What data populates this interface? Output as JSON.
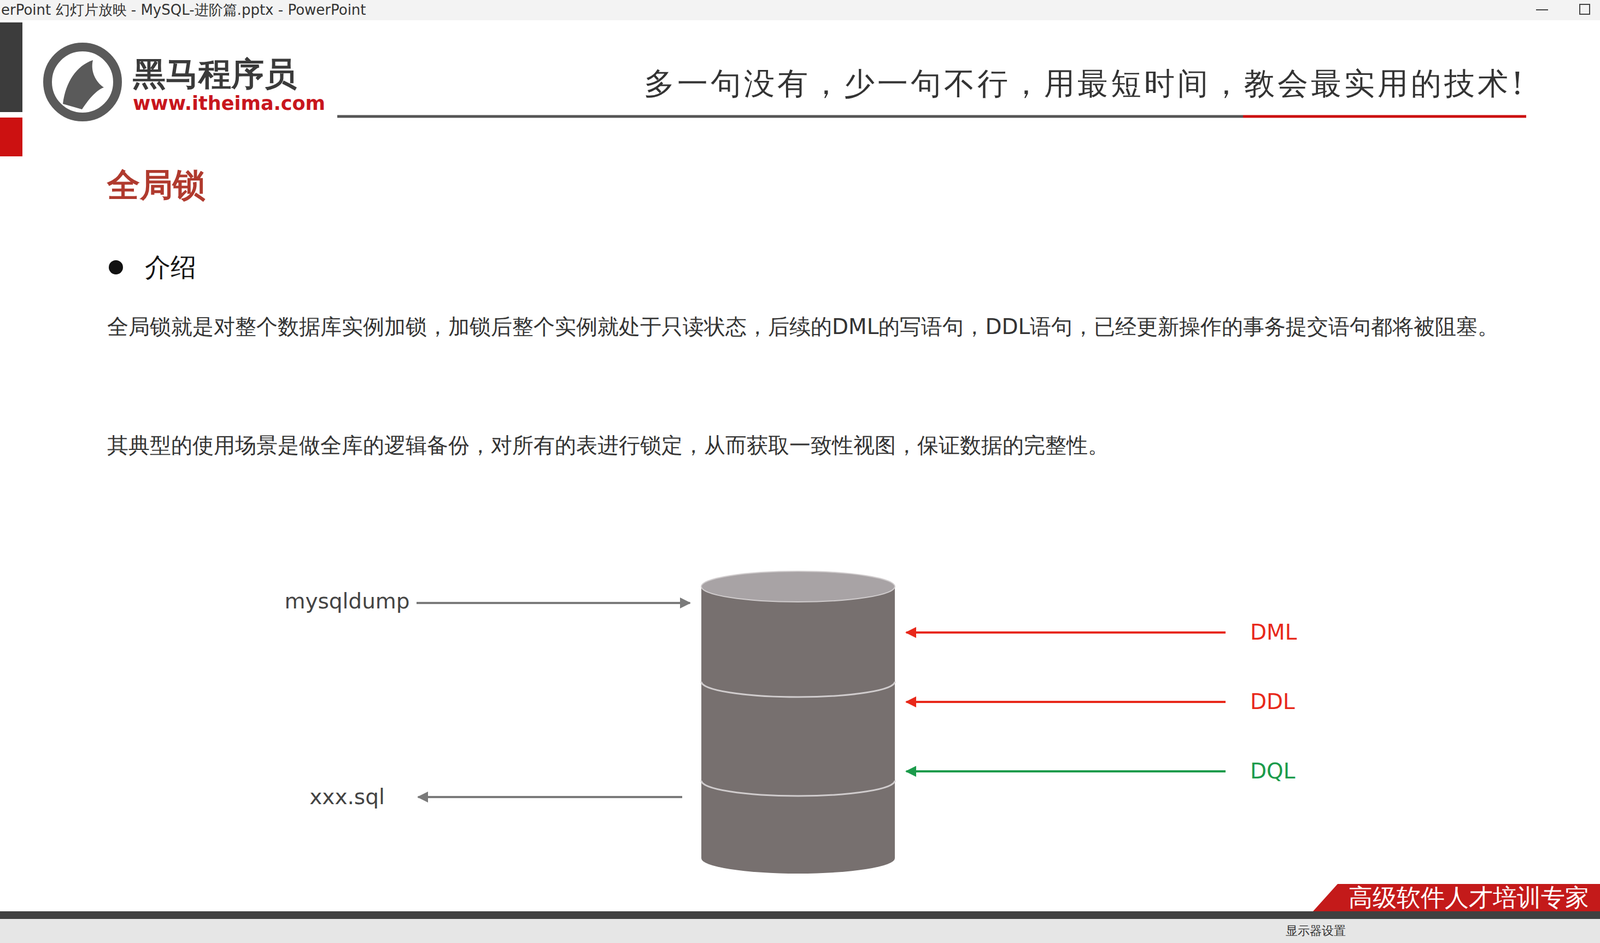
{
  "diagram": {
    "title": "全局锁",
    "nodes": [
      {
        "text": [
          "高级软件人才培训专家"
        ]
      }
    ],
    "labels": [
      "erPoint 幻灯片放映  -  MySQL-进阶篇.pptx - PowerPoint",
      "黑马程序员",
      "www.itheima.com",
      "多一句没有，少一句不行，用最短时间，教会最实用的技术!",
      "介绍",
      "全局锁就是对整个数据库实例加锁，加锁后整个实例就处于只读状态，后续的DML的写语句，DDL语句，已经更新操作的事务提交语句都将被阻塞。",
      "其典型的使用场景是做全库的逻辑备份，对所有的表进行锁定，从而获取一致性视图，保证数据的完整性。",
      "mysqldump",
      "xxx.sql",
      "DML",
      "DDL",
      "DQL",
      "显示器设置"
    ]
  }
}
